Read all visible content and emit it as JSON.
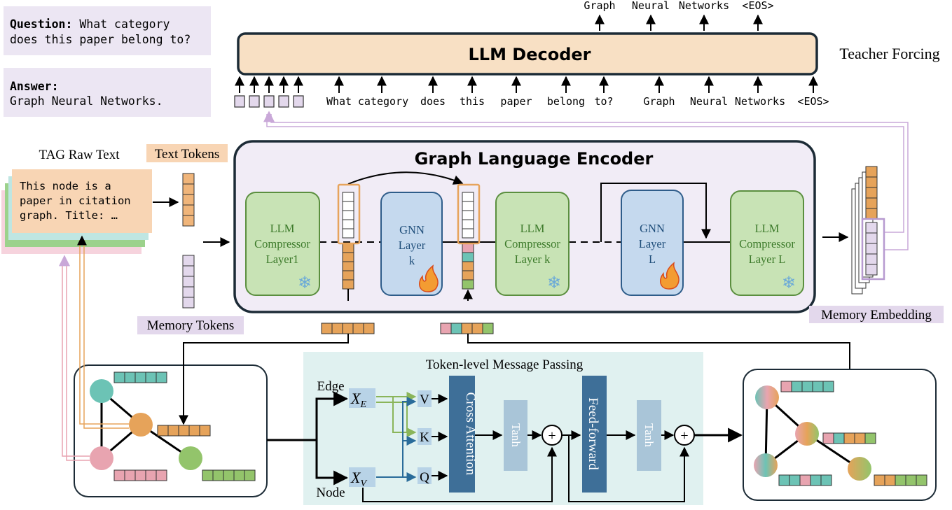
{
  "qa": {
    "question_label": "Question:",
    "question_line1": " What category",
    "question_line2": "does this paper belong to?",
    "answer_label": "Answer:",
    "answer_text": "Graph Neural Networks."
  },
  "decoder": {
    "title": "LLM Decoder",
    "teacher_forcing": "Teacher Forcing",
    "output_tokens": [
      "Graph",
      "Neural",
      "Networks",
      "<EOS>"
    ],
    "input_tokens": [
      "What",
      "category",
      "does",
      "this",
      "paper",
      "belong",
      "to?",
      "Graph",
      "Neural",
      "Networks",
      "<EOS>"
    ]
  },
  "encoder": {
    "title": "Graph Language Encoder",
    "blocks": [
      {
        "line1": "LLM",
        "line2": "Compressor",
        "line3": "Layer1",
        "kind": "llm",
        "icon": "snowflake-icon"
      },
      {
        "line1": "GNN",
        "line2": "Layer",
        "line3": "k",
        "kind": "gnn",
        "icon": "fire-icon"
      },
      {
        "line1": "LLM",
        "line2": "Compressor",
        "line3": "Layer k",
        "kind": "llm",
        "icon": "snowflake-icon"
      },
      {
        "line1": "GNN",
        "line2": "Layer",
        "line3": "L",
        "kind": "gnn",
        "icon": "fire-icon"
      },
      {
        "line1": "LLM",
        "line2": "Compressor",
        "line3": "Layer L",
        "kind": "llm",
        "icon": "snowflake-icon"
      }
    ]
  },
  "left": {
    "tag_raw_text": "TAG Raw Text",
    "raw_text_line1": "This node is a",
    "raw_text_line2": "paper in citation",
    "raw_text_line3": "graph. Title: …",
    "text_tokens": "Text Tokens",
    "memory_tokens": "Memory Tokens"
  },
  "right": {
    "memory_embedding": "Memory Embedding"
  },
  "mp": {
    "title": "Token-level Message Passing",
    "edge": "Edge",
    "node": "Node",
    "xe_main": "X",
    "xe_sub": "E",
    "xv_main": "X",
    "xv_sub": "V",
    "v": "V",
    "k": "K",
    "q": "Q",
    "cross_attention": "Cross Attention",
    "tanh1": "Tanh",
    "feed_forward": "Feed-forward",
    "tanh2": "Tanh",
    "plus": "+"
  },
  "colors": {
    "decoder_fill": "#f8e0c4",
    "encoder_fill": "#f1ecf6",
    "llm_fill": "#c8e3b5",
    "llm_stroke": "#5b8f3f",
    "gnn_fill": "#c5d9ee",
    "gnn_stroke": "#2f5d8a",
    "orange": "#e6a35a",
    "teal": "#6cc3b5",
    "pink": "#e8a4b0",
    "green": "#93c46b",
    "lavender": "#e3d8ec",
    "mp_fill": "#e0f1f0",
    "mp_dark": "#3e6f98",
    "mp_light": "#a9c5d8"
  }
}
